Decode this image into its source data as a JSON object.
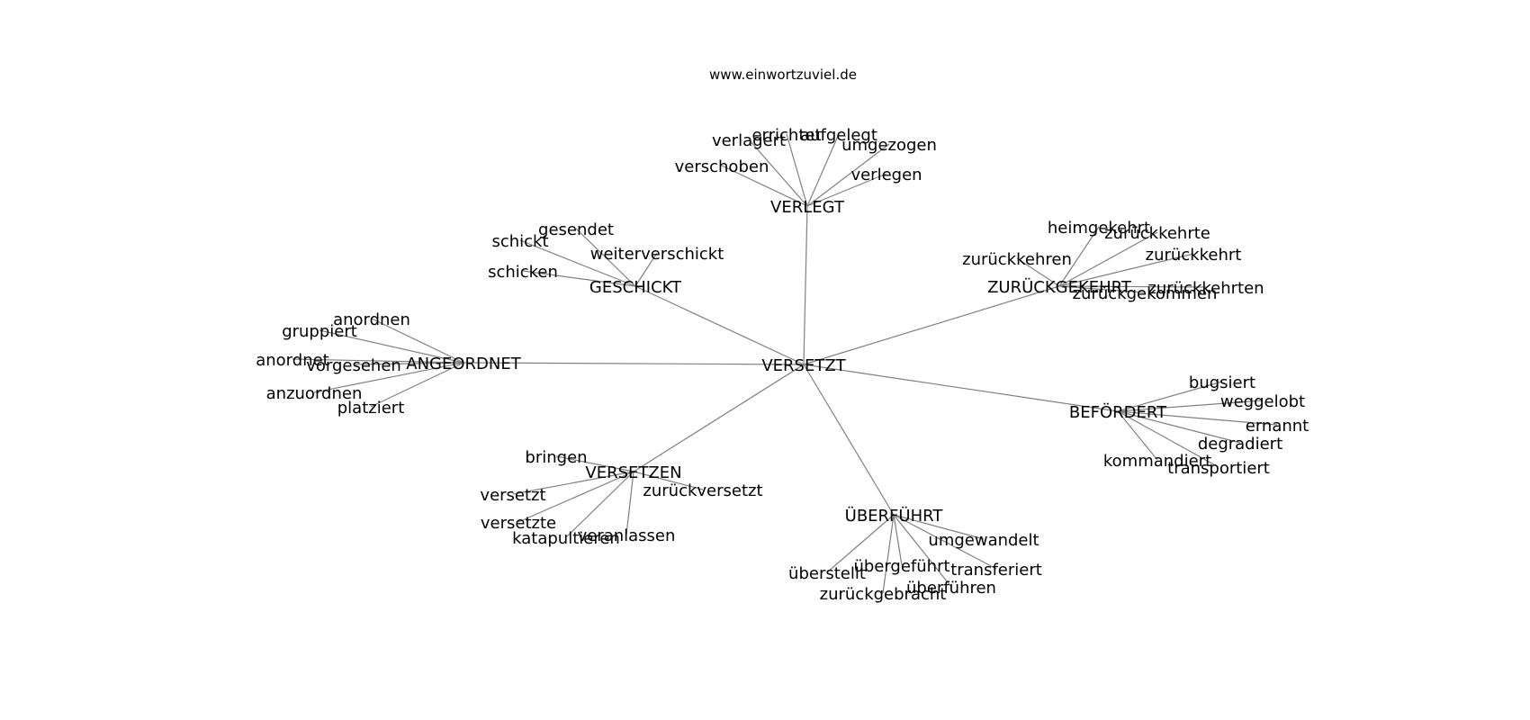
{
  "source": "www.einwortzuviel.de",
  "edge_color": "#808080",
  "center": "VERSETZT",
  "clusters": [
    {
      "hub": "VERLEGT",
      "leaves": [
        "verlagert",
        "errichtet",
        "aufgelegt",
        "umgezogen",
        "verschoben",
        "verlegen"
      ]
    },
    {
      "hub": "GESCHICKT",
      "leaves": [
        "gesendet",
        "schickt",
        "weiterverschickt",
        "schicken"
      ]
    },
    {
      "hub": "ZURÜCKGEKEHRT",
      "leaves": [
        "heimgekehrt",
        "zurückkehrte",
        "zurückkehren",
        "zurückkehrt",
        "zurückkehrten",
        "zurückgekommen"
      ]
    },
    {
      "hub": "ANGEORDNET",
      "leaves": [
        "anordnen",
        "gruppiert",
        "anordnet",
        "vorgesehen",
        "anzuordnen",
        "platziert"
      ]
    },
    {
      "hub": "BEFÖRDERT",
      "leaves": [
        "bugsiert",
        "weggelobt",
        "ernannt",
        "degradiert",
        "kommandiert",
        "transportiert"
      ]
    },
    {
      "hub": "VERSETZEN",
      "leaves": [
        "bringen",
        "versetzt",
        "zurückversetzt",
        "versetzte",
        "veranlassen",
        "katapultieren"
      ]
    },
    {
      "hub": "ÜBERFÜHRT",
      "leaves": [
        "umgewandelt",
        "übergeführt",
        "transferiert",
        "überstellt",
        "überführen",
        "zurückgebracht"
      ]
    }
  ]
}
